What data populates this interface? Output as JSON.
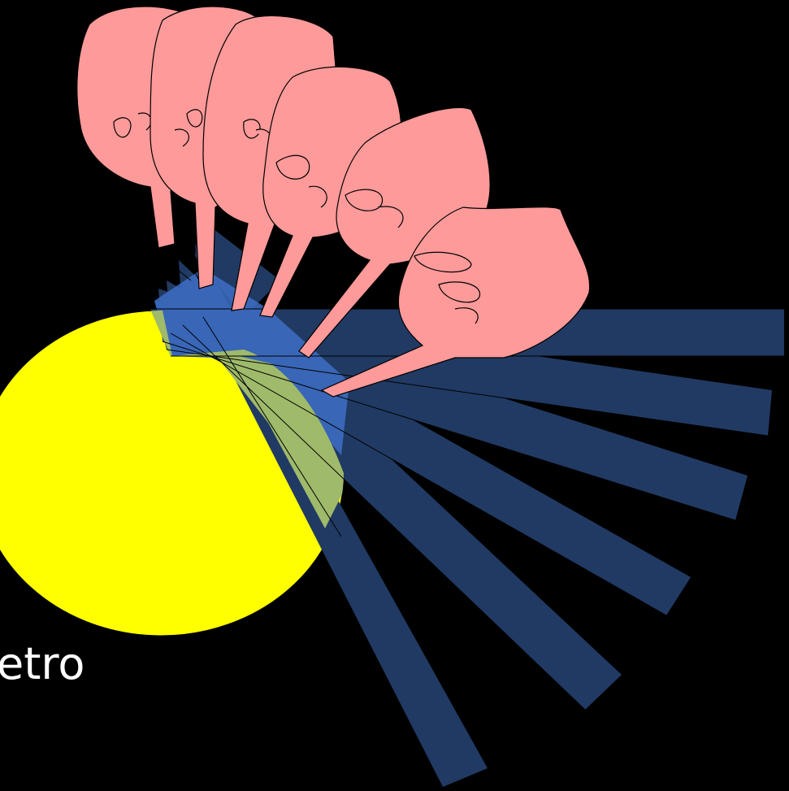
{
  "caption": "etro",
  "colors": {
    "background": "#000000",
    "disc": "#ffff00",
    "ruler_outside": "#213a63",
    "ruler_overlap": "#3d6fc4",
    "ruler_over_disc": "#9fba6a",
    "hand": "#ff9a9a",
    "outline": "#000000",
    "caption": "#ffffff"
  },
  "figure": {
    "disc": "yellow-disc",
    "rulers": 7,
    "hands": 6,
    "icon": "hand-pointing-icon"
  }
}
